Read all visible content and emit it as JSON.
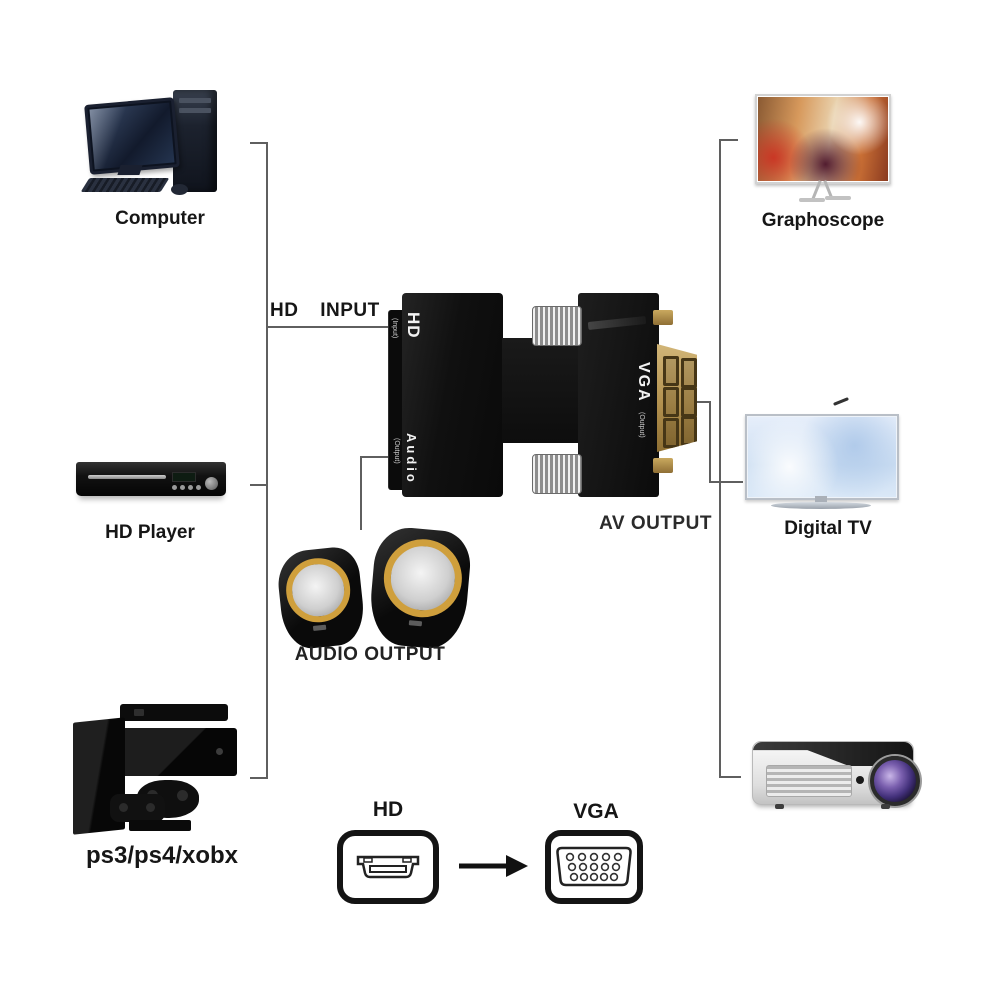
{
  "devices": {
    "computer": {
      "label": "Computer"
    },
    "hd_player": {
      "label": "HD Player"
    },
    "consoles": {
      "label": "ps3/ps4/xobx"
    },
    "graphoscope": {
      "label": "Graphoscope"
    },
    "digital_tv": {
      "label": "Digital TV"
    }
  },
  "annotations": {
    "hd_input": "HD INPUT",
    "av_output": "AV OUTPUT",
    "audio_output": "AUDIO OUTPUT"
  },
  "adapter": {
    "hd_port": "HD",
    "hd_port_mode": "(Input)",
    "audio_port": "Audio",
    "audio_port_mode": "(Output)",
    "vga_port": "VGA",
    "vga_port_mode": "(Output)"
  },
  "legend": {
    "hd": "HD",
    "vga": "VGA"
  },
  "icons": {
    "hdmi_connector": "hdmi-port-outline",
    "vga_connector": "vga-port-outline",
    "arrow": "right-arrow"
  },
  "colors": {
    "background": "#ffffff",
    "connector_line": "#5f5f5f",
    "adapter_body": "#121212",
    "vga_gold": "#b5935a",
    "speaker_ring_gold": "#cf9f3c",
    "label_text": "#1a1a1a"
  }
}
